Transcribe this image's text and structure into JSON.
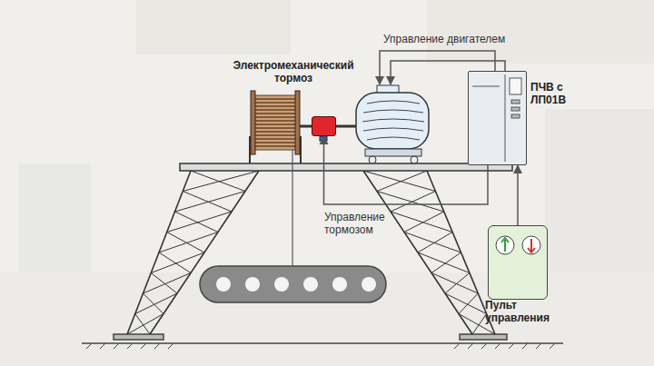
{
  "diagram": {
    "nodes": [
      {
        "text": [
          "Электромеханический тормоз"
        ]
      },
      {
        "text": [
          "ПЧВ с ЛП01В"
        ]
      },
      {
        "text": [
          "Пульт управления"
        ]
      }
    ],
    "edges": [
      {
        "from": 1,
        "to": 0,
        "label": "Управление тормозом",
        "arrow": "to"
      },
      {
        "from": 2,
        "to": 1,
        "arrow": "to"
      }
    ],
    "labels": [
      "Управление двигателем"
    ]
  }
}
